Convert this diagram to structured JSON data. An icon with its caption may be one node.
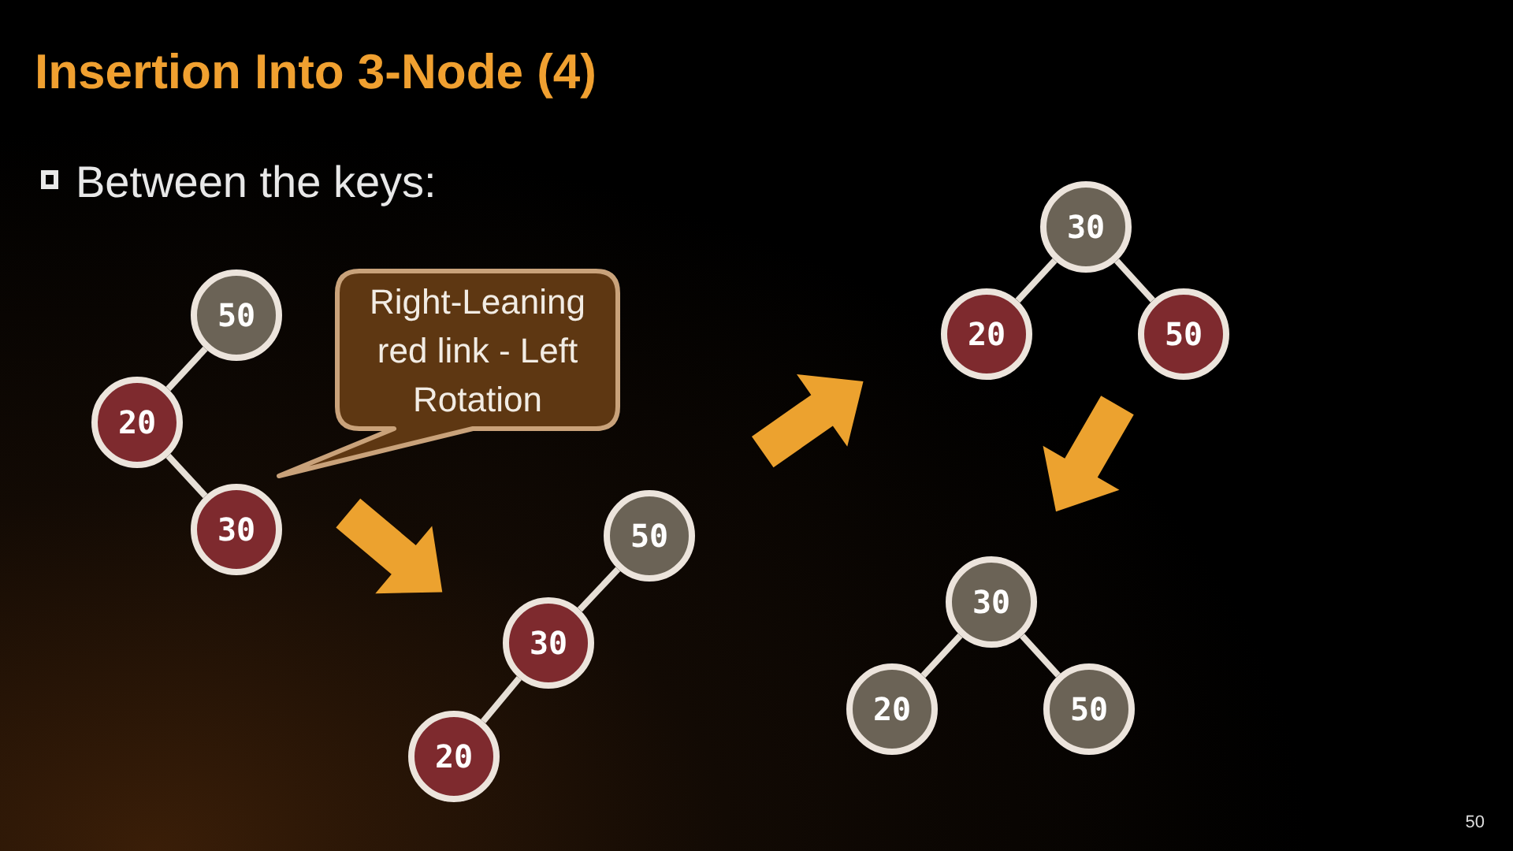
{
  "diagram": {
    "title": "Insertion Into 3-Node (4)",
    "nodes": [
      {
        "text": [
          "Right-Leaning red link - Left Rotation"
        ]
      },
      {
        "text": [
          "50"
        ]
      },
      {
        "text": [
          "20"
        ]
      },
      {
        "text": [
          "30"
        ]
      },
      {
        "text": [
          "50"
        ]
      },
      {
        "text": [
          "30"
        ]
      },
      {
        "text": [
          "20"
        ]
      },
      {
        "text": [
          "30"
        ]
      },
      {
        "text": [
          "20"
        ]
      },
      {
        "text": [
          "50"
        ]
      },
      {
        "text": [
          "30"
        ]
      },
      {
        "text": [
          "20"
        ]
      },
      {
        "text": [
          "50"
        ]
      }
    ],
    "edges": [
      {
        "from": 1,
        "to": 2,
        "arrow": "none"
      },
      {
        "from": 2,
        "to": 3,
        "arrow": "none"
      },
      {
        "from": 4,
        "to": 5,
        "arrow": "none"
      },
      {
        "from": 5,
        "to": 6,
        "arrow": "none"
      },
      {
        "from": 7,
        "to": 8,
        "arrow": "none"
      },
      {
        "from": 7,
        "to": 9,
        "arrow": "none"
      },
      {
        "from": 10,
        "to": 11,
        "arrow": "none"
      },
      {
        "from": 10,
        "to": 12,
        "arrow": "none"
      }
    ],
    "labels": [
      "Between the keys:",
      "50"
    ]
  }
}
